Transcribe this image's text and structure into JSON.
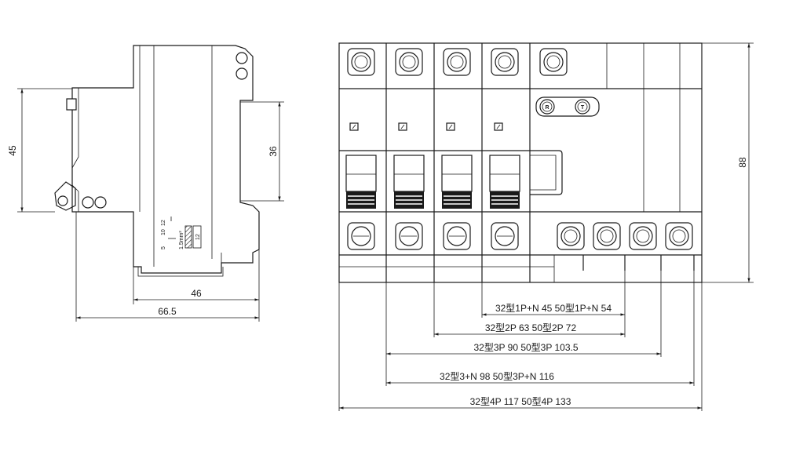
{
  "side_view": {
    "height_45": "45",
    "height_36": "36",
    "width_46": "46",
    "width_66_5": "66.5",
    "wire_labels": [
      "5",
      "10",
      "12"
    ],
    "strip_label": "12",
    "wire_section": "1.5mm²"
  },
  "front_view": {
    "height_88": "88",
    "button_r": "R",
    "button_t": "T",
    "dim_1pn": "32型1P+N  45  50型1P+N  54",
    "dim_2p": "32型2P  63  50型2P  72",
    "dim_3p": "32型3P  90  50型3P  103.5",
    "dim_3pn": "32型3+N  98  50型3P+N  116",
    "dim_4p": "32型4P  117  50型4P  133"
  }
}
